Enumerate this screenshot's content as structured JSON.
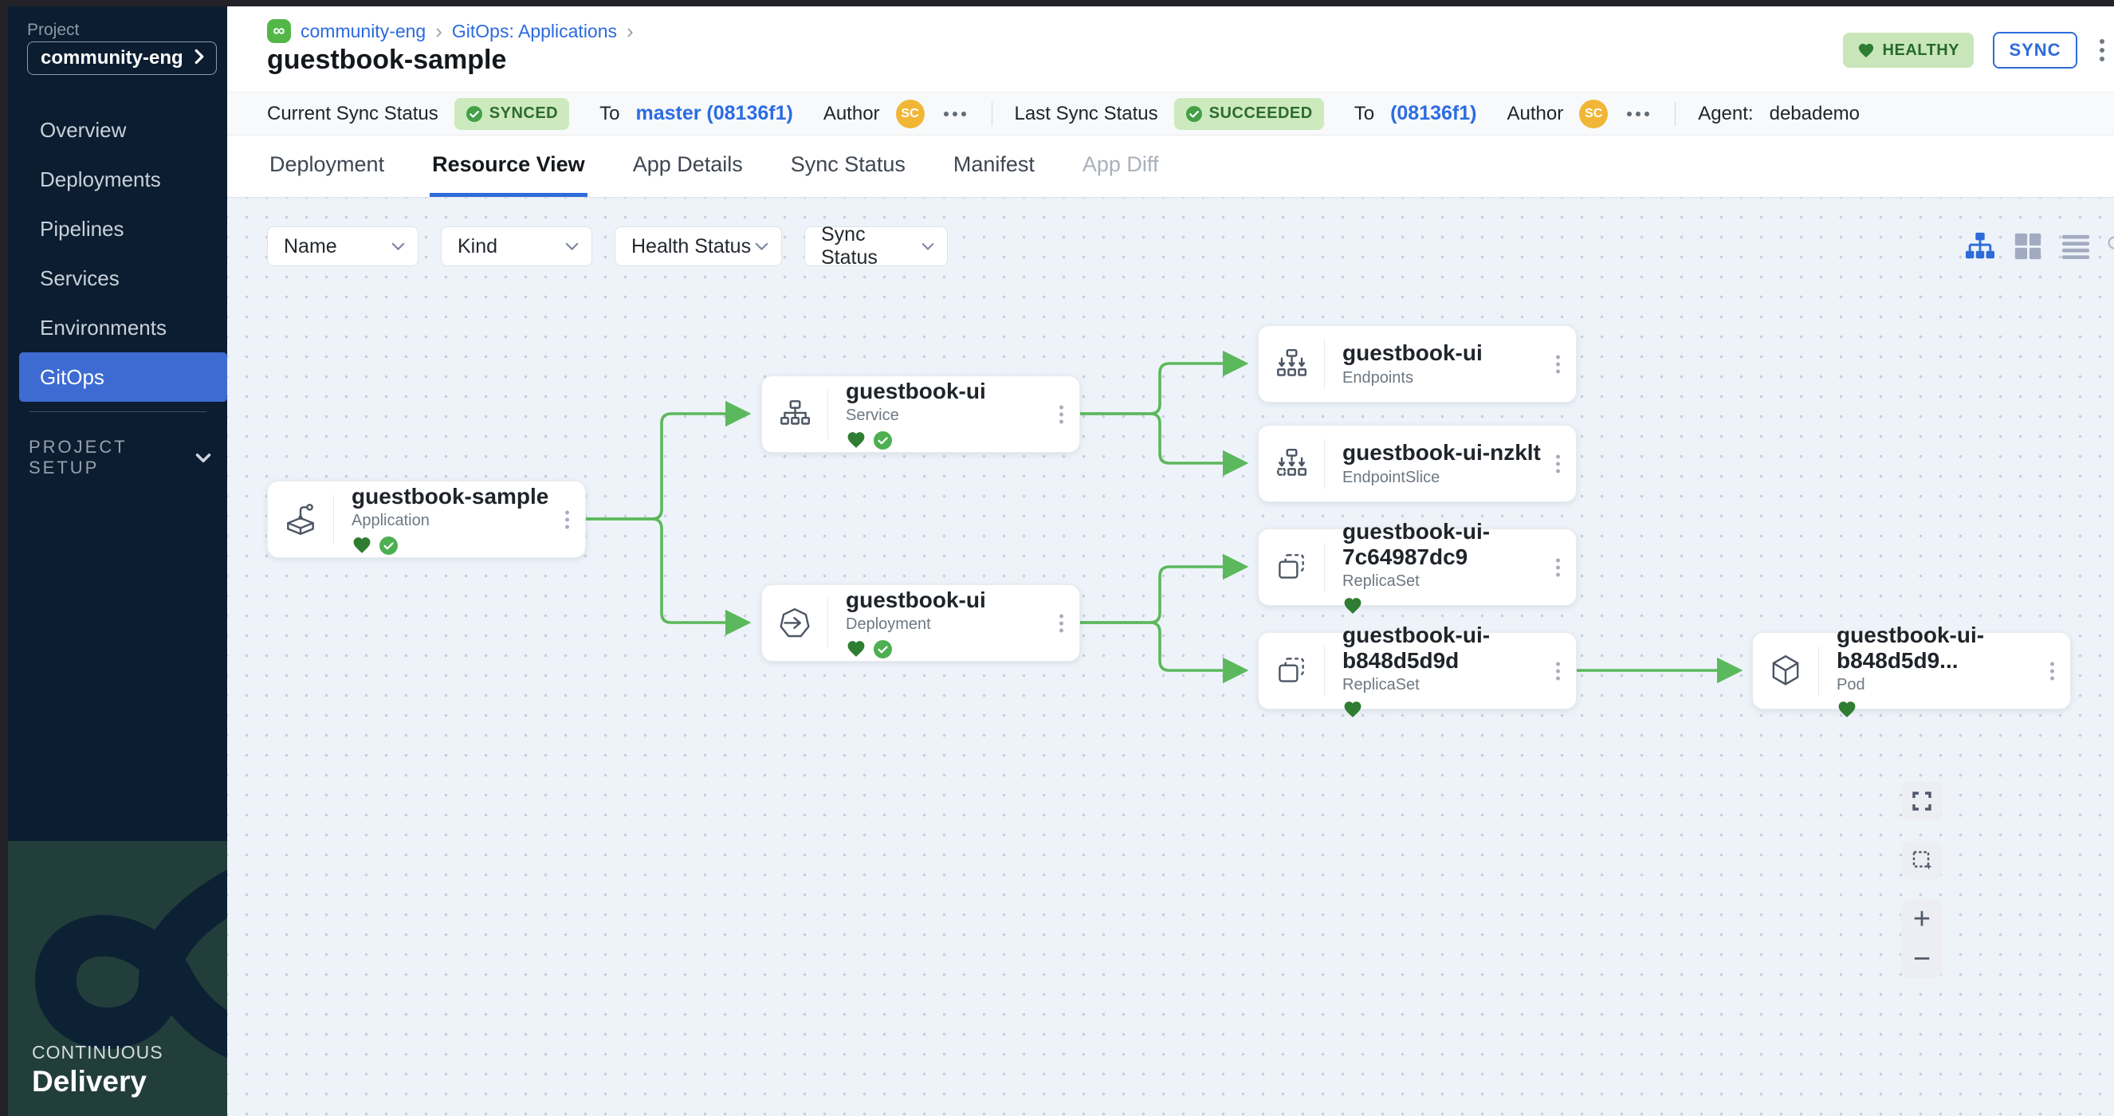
{
  "sidebar": {
    "project_label": "Project",
    "project_value": "community-eng",
    "items": [
      "Overview",
      "Deployments",
      "Pipelines",
      "Services",
      "Environments",
      "GitOps"
    ],
    "project_setup": "PROJECT SETUP",
    "brand_line1": "CONTINUOUS",
    "brand_line2": "Delivery"
  },
  "breadcrumb": {
    "project": "community-eng",
    "section": "GitOps: Applications"
  },
  "page": {
    "title": "guestbook-sample"
  },
  "header_actions": {
    "health": "HEALTHY",
    "sync": "SYNC"
  },
  "status_bar": {
    "current_label": "Current Sync Status",
    "current_badge": "SYNCED",
    "to_label": "To",
    "current_to": "master (08136f1)",
    "author_label": "Author",
    "author_initials": "SC",
    "last_label": "Last Sync Status",
    "last_badge": "SUCCEEDED",
    "last_to": "(08136f1)",
    "agent_label": "Agent:",
    "agent_value": "debademo"
  },
  "tabs": [
    "Deployment",
    "Resource View",
    "App Details",
    "Sync Status",
    "Manifest",
    "App Diff"
  ],
  "active_tab": "Resource View",
  "filters": [
    "Name",
    "Kind",
    "Health Status",
    "Sync Status"
  ],
  "nodes": [
    {
      "title": "guestbook-sample",
      "kind": "Application"
    },
    {
      "title": "guestbook-ui",
      "kind": "Service"
    },
    {
      "title": "guestbook-ui",
      "kind": "Deployment"
    },
    {
      "title": "guestbook-ui",
      "kind": "Endpoints"
    },
    {
      "title": "guestbook-ui-nzklt",
      "kind": "EndpointSlice"
    },
    {
      "title": "guestbook-ui-7c64987dc9",
      "kind": "ReplicaSet"
    },
    {
      "title": "guestbook-ui-b848d5d9d",
      "kind": "ReplicaSet"
    },
    {
      "title": "guestbook-ui-b848d5d9...",
      "kind": "Pod"
    }
  ],
  "glyphs": {
    "infinity": "∞",
    "breadcrumb_sep": "›",
    "plus": "+",
    "minus": "−"
  },
  "colors": {
    "accent_blue": "#2e6bd9",
    "edge_green": "#5cb85c",
    "healthy_green": "#2e7d32",
    "synced_check": "#43a047",
    "badge_bg": "#cdeabf",
    "sidebar_bg": "#0c1d31",
    "sidebar_active": "#3d6bd2",
    "avatar_bg": "#f2b636"
  }
}
